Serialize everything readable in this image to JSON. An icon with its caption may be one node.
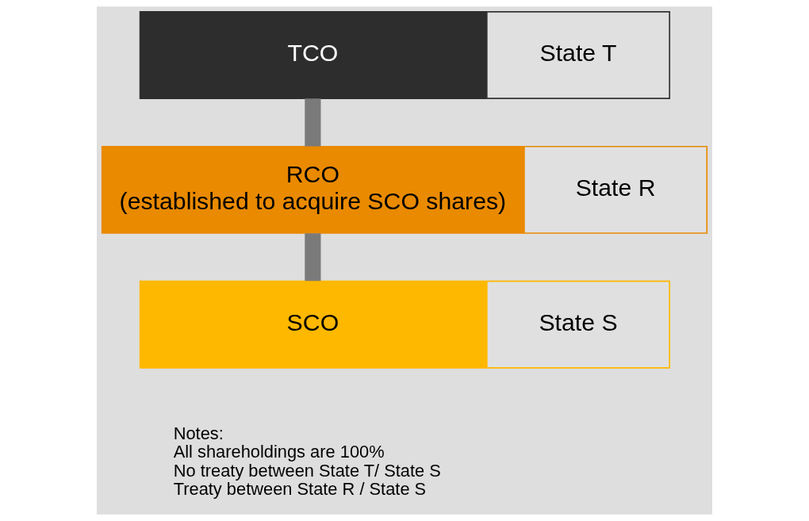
{
  "diagram": {
    "nodes": [
      {
        "text": [
          "TCO"
        ]
      },
      {
        "text": [
          "State T"
        ]
      },
      {
        "text": [
          "RCO",
          "(established to acquire SCO shares)"
        ]
      },
      {
        "text": [
          "State R"
        ]
      },
      {
        "text": [
          "SCO"
        ]
      },
      {
        "text": [
          "State S"
        ]
      }
    ],
    "edges": [
      {
        "from": 0,
        "to": 2,
        "arrow": "none"
      },
      {
        "from": 2,
        "to": 4,
        "arrow": "none"
      }
    ],
    "labels": [
      "Notes:",
      "All shareholdings are 100%",
      "No treaty between State T/ State S",
      "Treaty between State R / State S"
    ]
  }
}
